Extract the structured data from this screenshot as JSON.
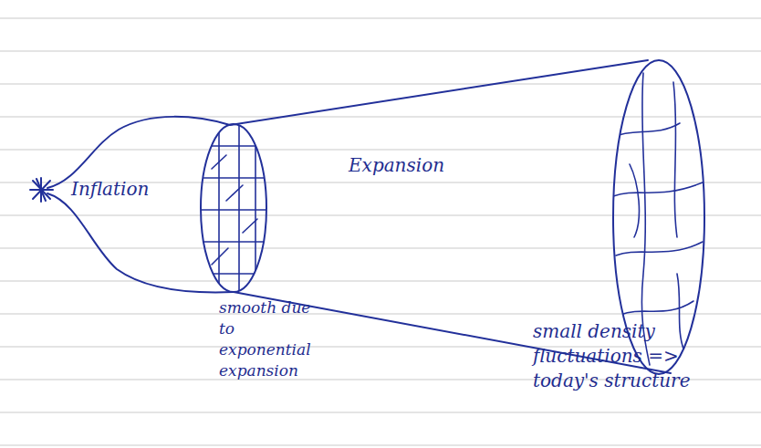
{
  "diagram": {
    "labels": [
      "Inflation",
      "Expansion",
      "smooth due to exponential expansion",
      "small density fluctuations => today's structure"
    ]
  }
}
